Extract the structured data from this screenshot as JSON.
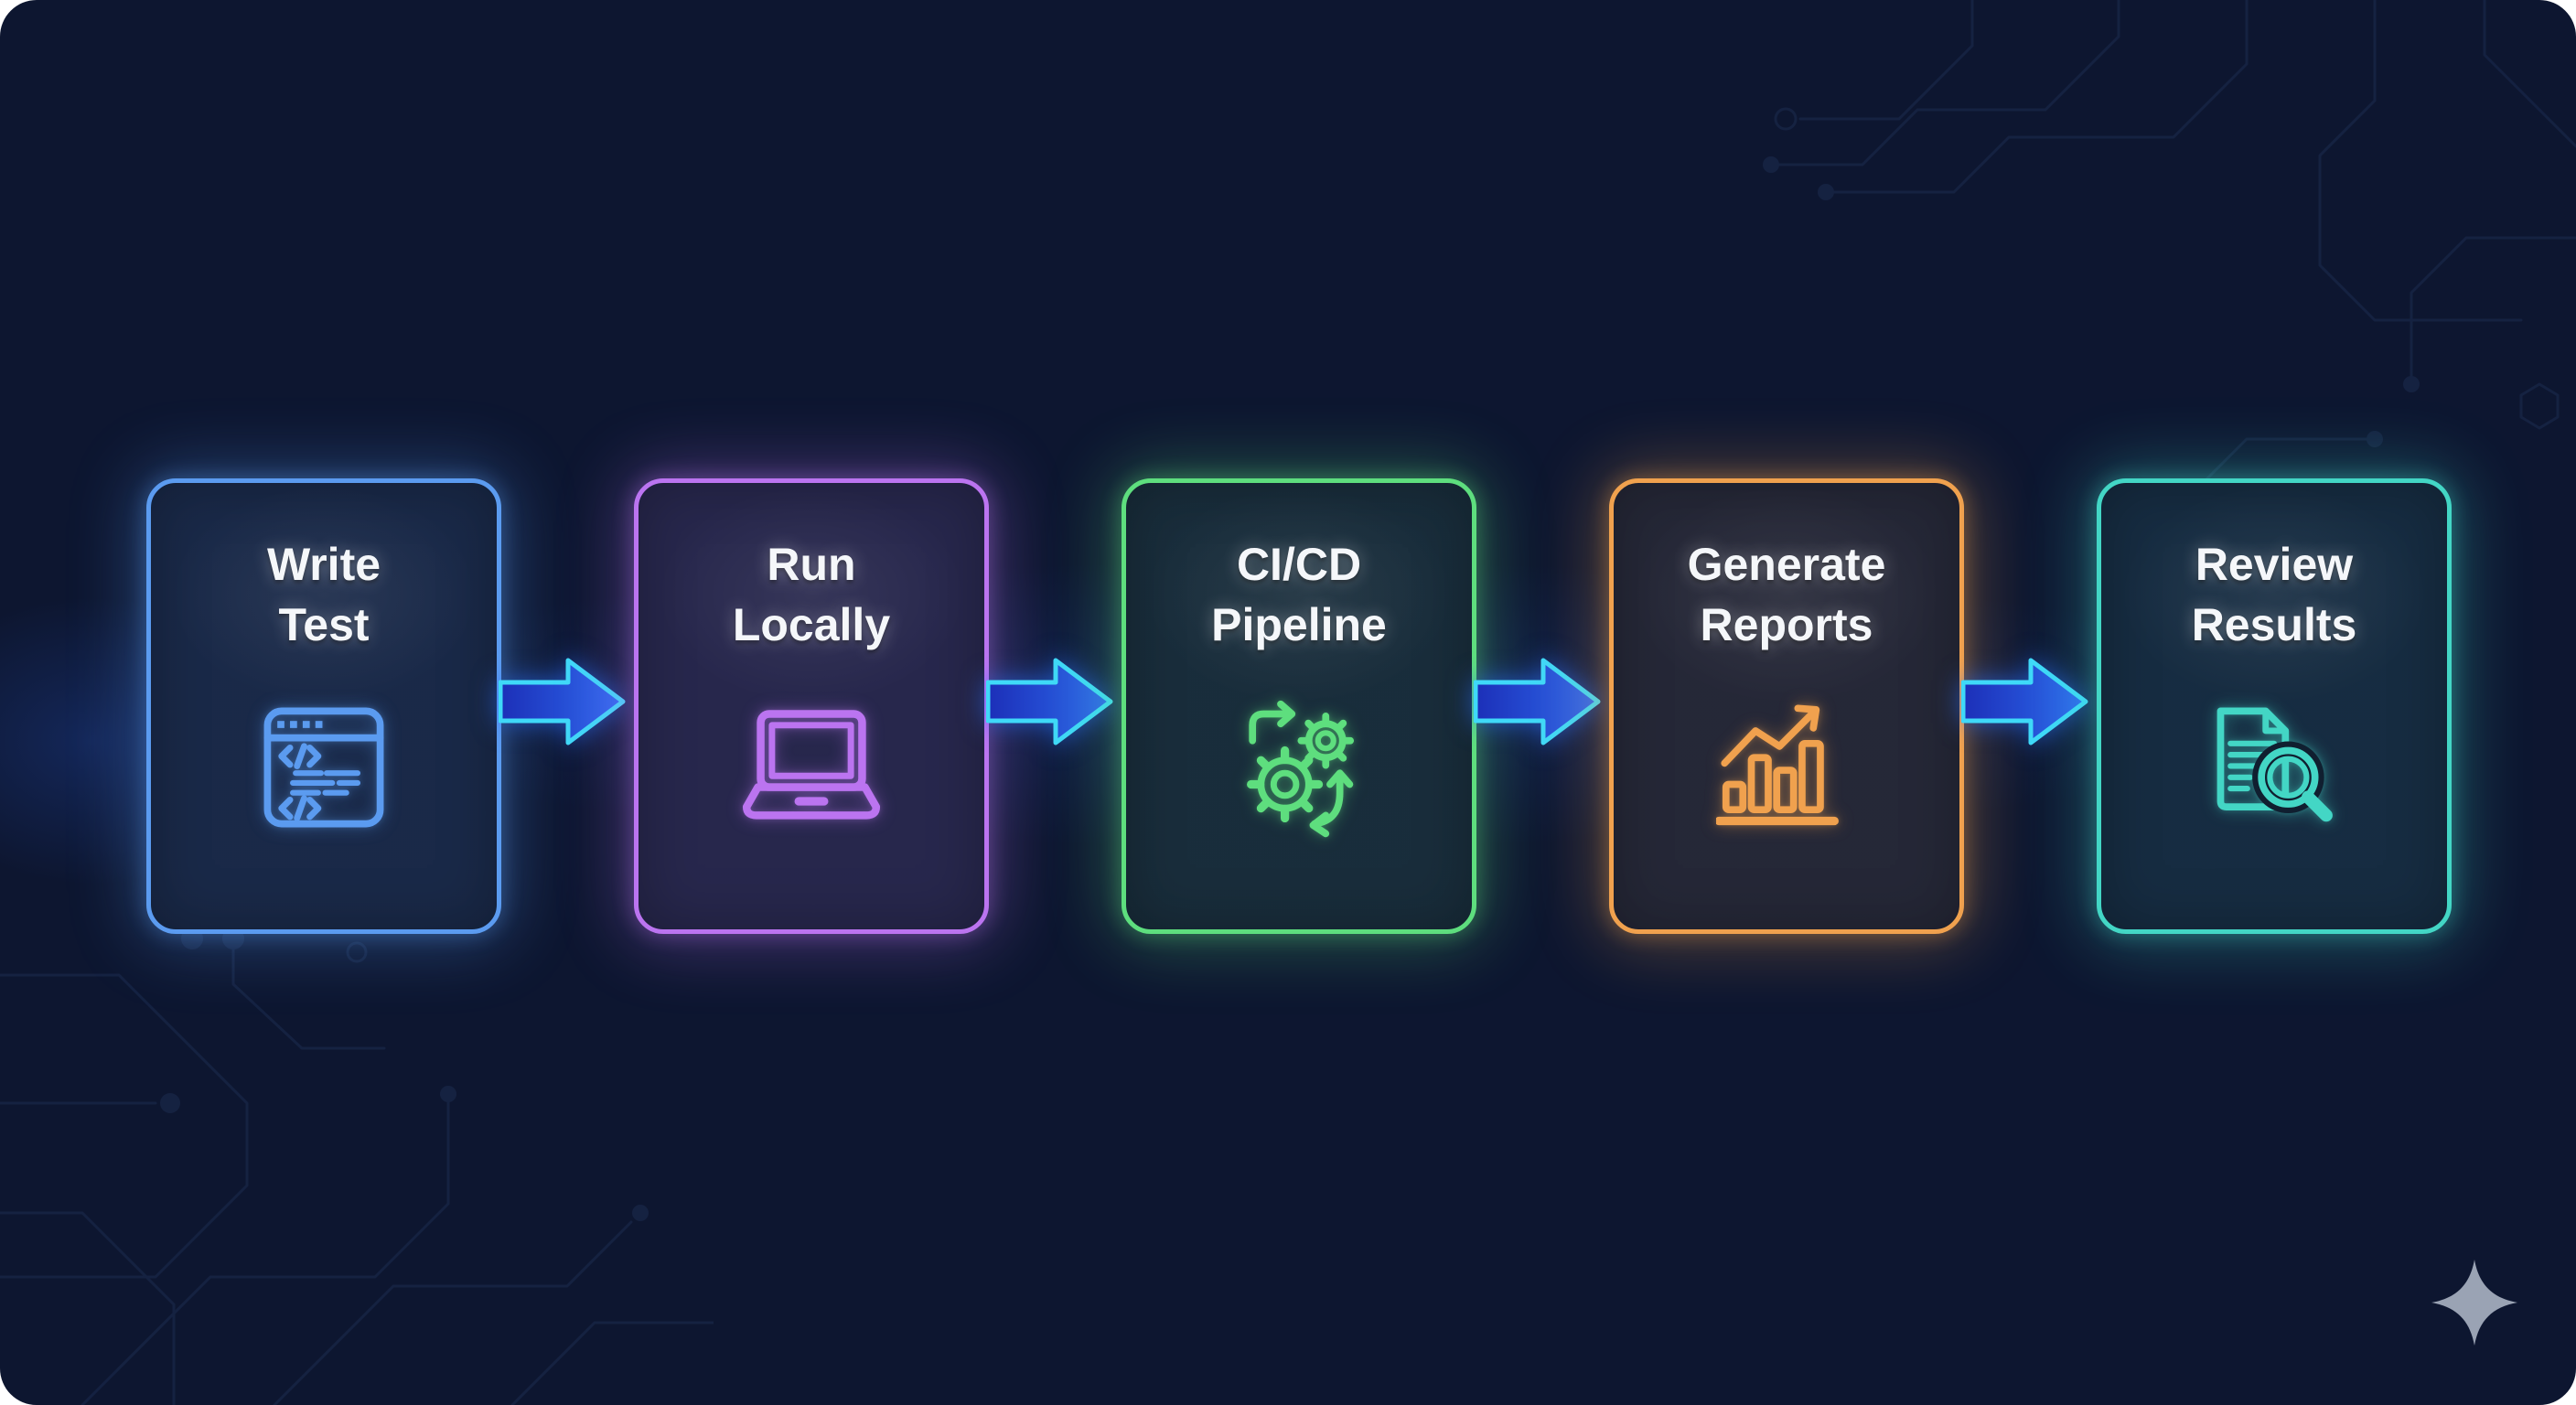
{
  "colors": {
    "page_background": "#ffffff",
    "canvas_background": "#0d1630",
    "circuit_trace": "#1d2c50",
    "label_text": "#f5f7fa",
    "arrow_fill_start": "#1c2fb8",
    "arrow_fill_end": "#2e6cf0",
    "arrow_stroke": "#3fd9f8",
    "sparkle": "#9aa3b4"
  },
  "steps": [
    {
      "label": "Write Test",
      "lines": [
        "Write",
        "Test"
      ],
      "icon": "code-window-icon",
      "accent": "#5b9bf0",
      "glow": "#5b9bf055",
      "tint": "#5b9bf01a"
    },
    {
      "label": "Run Locally",
      "lines": [
        "Run",
        "Locally"
      ],
      "icon": "laptop-icon",
      "accent": "#bb74f0",
      "glow": "#bb74f055",
      "tint": "#bb74f020"
    },
    {
      "label": "CI/CD Pipeline",
      "lines": [
        "CI/CD",
        "Pipeline"
      ],
      "icon": "gears-sync-icon",
      "accent": "#5ede7e",
      "glow": "#5ede7e55",
      "tint": "#5ede7e16"
    },
    {
      "label": "Generate Reports",
      "lines": [
        "Generate",
        "Reports"
      ],
      "icon": "bar-chart-growth-icon",
      "accent": "#f0a14e",
      "glow": "#f0a14e55",
      "tint": "#f0a14e16"
    },
    {
      "label": "Review Results",
      "lines": [
        "Review",
        "Results"
      ],
      "icon": "document-search-icon",
      "accent": "#43d6c5",
      "glow": "#43d6c555",
      "tint": "#43d6c516"
    }
  ],
  "connectors": [
    {
      "icon": "arrow-right-icon"
    },
    {
      "icon": "arrow-right-icon"
    },
    {
      "icon": "arrow-right-icon"
    },
    {
      "icon": "arrow-right-icon"
    }
  ],
  "decor": {
    "sparkle_icon": "sparkle-icon"
  }
}
